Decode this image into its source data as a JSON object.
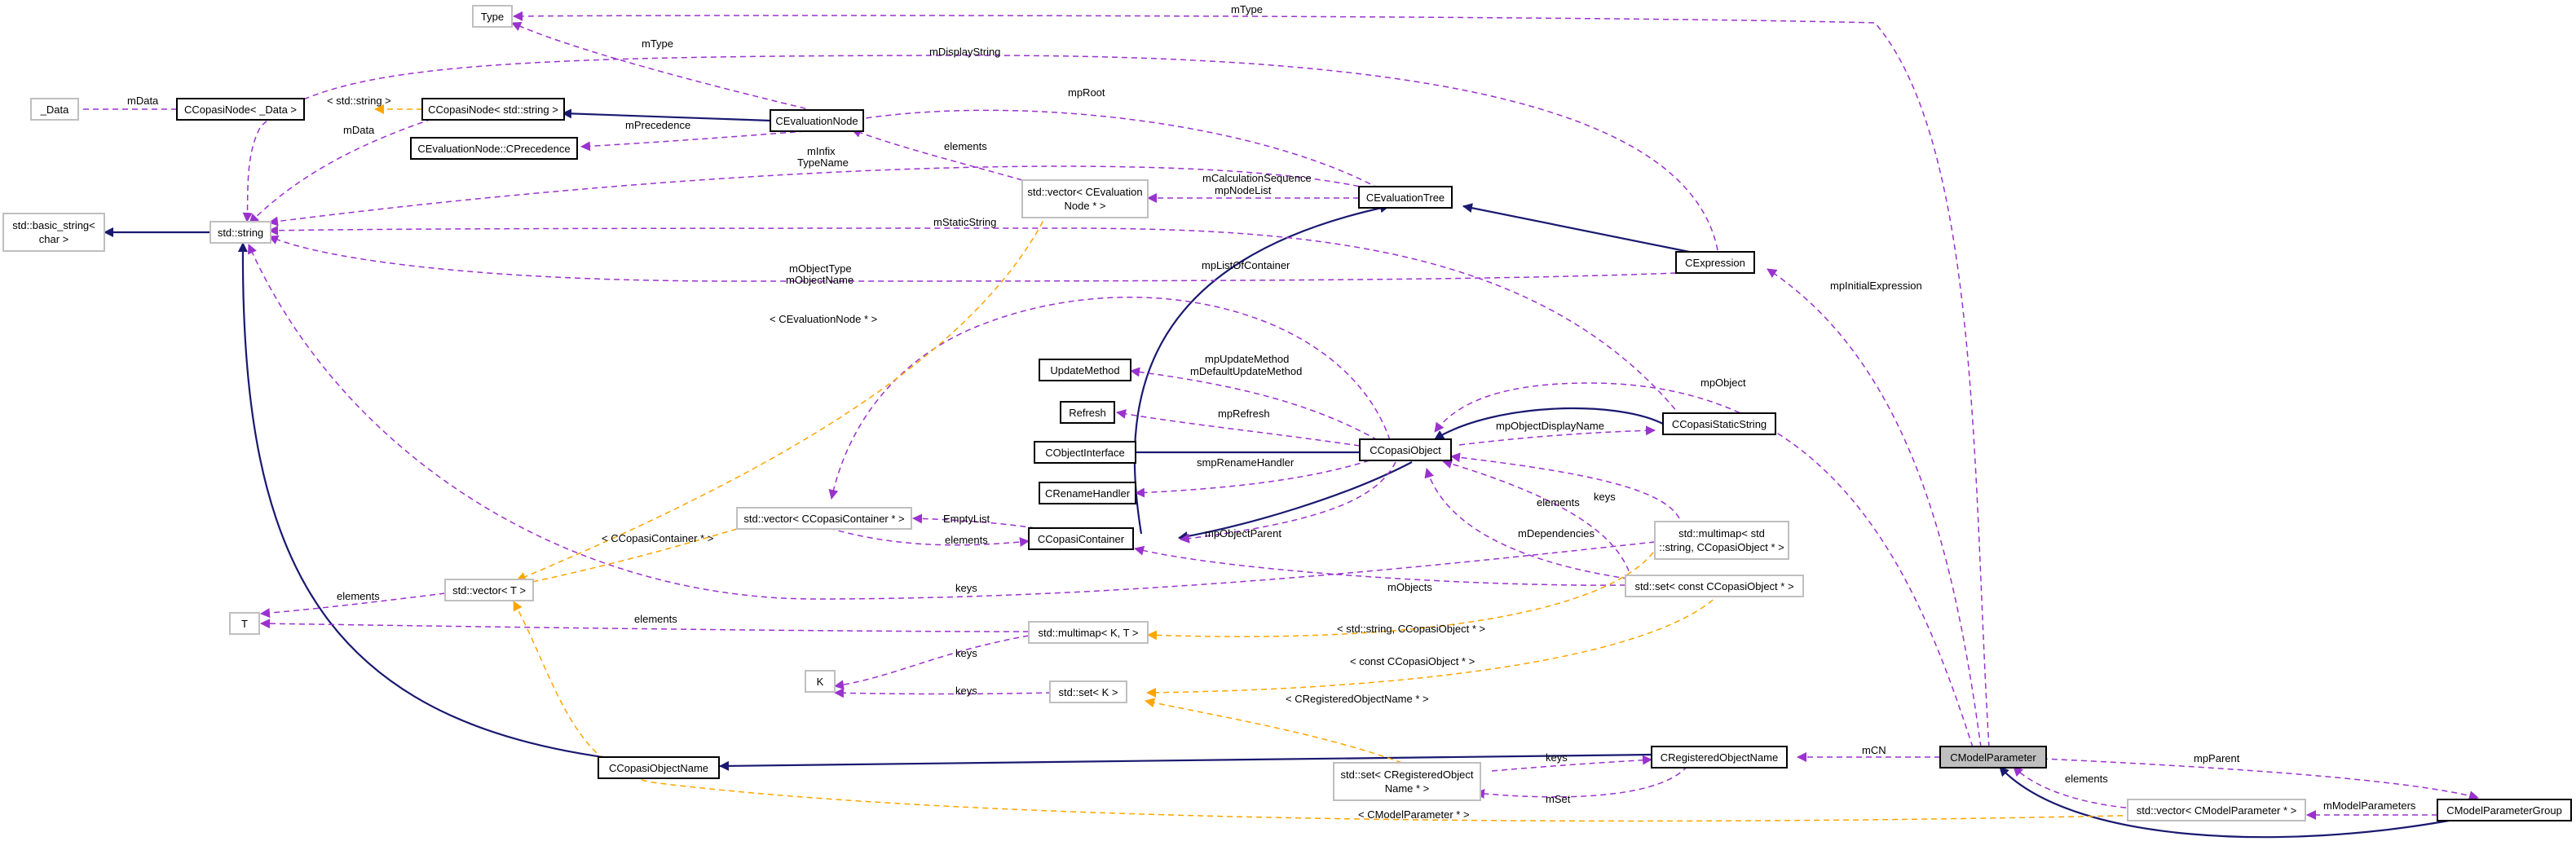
{
  "colors": {
    "inheritance": "#191970",
    "usage": "#9a32cd",
    "template": "#ffa500",
    "focus_fill": "#bfbfbf"
  },
  "nodes": {
    "type": "Type",
    "data": "_Data",
    "ccopasinode_data": "CCopasiNode< _Data >",
    "ccopasinode_string": "CCopasiNode< std::string >",
    "cevaluationnode": "CEvaluationNode",
    "cevaluationnode_cprecedence": "CEvaluationNode::CPrecedence",
    "basic_string_l1": "std::basic_string<",
    "basic_string_l2": "char >",
    "std_string": "std::string",
    "vector_evalnode_l1": "std::vector< CEvaluation",
    "vector_evalnode_l2": "Node * >",
    "cevaluationtree": "CEvaluationTree",
    "cexpression": "CExpression",
    "updatemethod": "UpdateMethod",
    "refresh": "Refresh",
    "cobjectinterface": "CObjectInterface",
    "crenamehandler": "CRenameHandler",
    "ccopasiobject": "CCopasiObject",
    "ccopasistaticstring": "CCopasiStaticString",
    "vector_container": "std::vector< CCopasiContainer * >",
    "ccopasicontainer": "CCopasiContainer",
    "multimap_std_l1": "std::multimap< std",
    "multimap_std_l2": "::string, CCopasiObject * >",
    "set_const_obj": "std::set< const CCopasiObject * >",
    "vector_t": "std::vector< T >",
    "t": "T",
    "multimap_kt": "std::multimap< K, T >",
    "k": "K",
    "set_k": "std::set< K >",
    "ccopasiobjectname": "CCopasiObjectName",
    "cregisteredobjectname": "CRegisteredObjectName",
    "set_regname_l1": "std::set< CRegisteredObject",
    "set_regname_l2": "Name * >",
    "cmodelparameter": "CModelParameter",
    "vector_modelparam": "std::vector< CModelParameter * >",
    "cmodelparametergroup": "CModelParameterGroup"
  },
  "edge_labels": {
    "mtype_top": "mType",
    "mtype": "mType",
    "mdisplaystring": "mDisplayString",
    "mdata_1": "mData",
    "mdata_2": "mData",
    "std_string_tmpl": "< std::string >",
    "mprecedence": "mPrecedence",
    "mproot": "mpRoot",
    "elements_evalnode": "elements",
    "minfix": "mInfix",
    "typename": "TypeName",
    "mcalcseq": "mCalculationSequence",
    "mpnodelist": "mpNodeList",
    "mstaticstring": "mStaticString",
    "mobjecttype": "mObjectType",
    "mobjectname": "mObjectName",
    "mplistofcontainer": "mpListOfContainer",
    "cevalnode_tmpl": "< CEvaluationNode * >",
    "mpinitialexpression": "mpInitialExpression",
    "mpupdatemethod": "mpUpdateMethod",
    "mdefaultupdatemethod": "mDefaultUpdateMethod",
    "mpobject": "mpObject",
    "mprefresh": "mpRefresh",
    "mpobjectdisplayname": "mpObjectDisplayName",
    "smprenamehandler": "smpRenameHandler",
    "elements_multimap": "elements",
    "keys_set": "keys",
    "emptylist": "EmptyList",
    "elements_container": "elements",
    "mpobjectparent": "mpObjectParent",
    "mdependencies": "mDependencies",
    "ccontainer_tmpl": "< CCopasiContainer * >",
    "keys_string": "keys",
    "mobjects": "mObjects",
    "elements_t": "elements",
    "elements_t2": "elements",
    "string_obj_tmpl": "< std::string, CCopasiObject * >",
    "keys_k1": "keys",
    "const_obj_tmpl": "< const CCopasiObject * >",
    "keys_k2": "keys",
    "regname_tmpl": "< CRegisteredObjectName * >",
    "keys_regname": "keys",
    "mcn": "mCN",
    "mset": "mSet",
    "mparent": "mpParent",
    "elements_modelparam": "elements",
    "cmodelparam_tmpl": "< CModelParameter * >",
    "mmodelparameters": "mModelParameters"
  }
}
